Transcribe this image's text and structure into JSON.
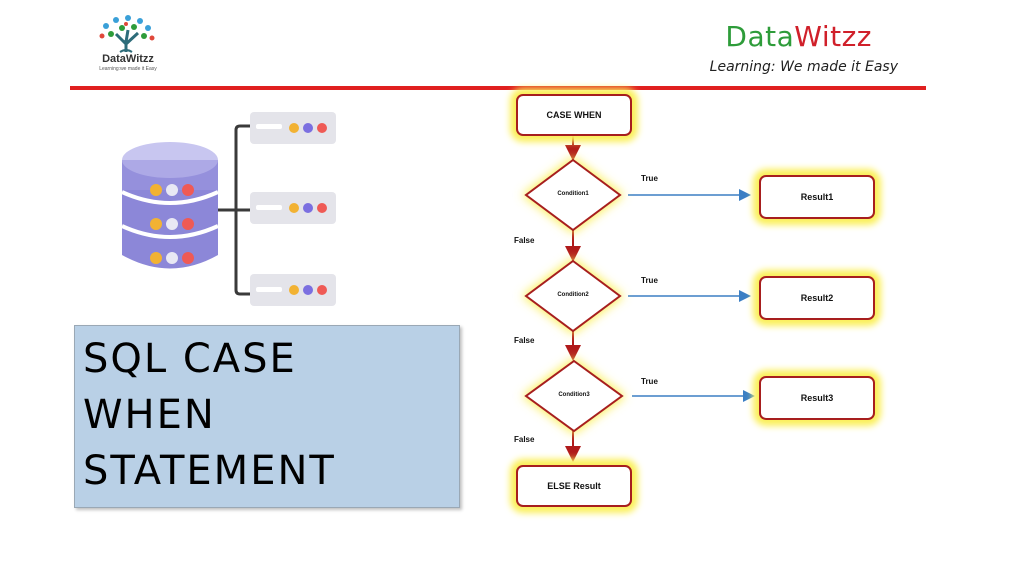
{
  "logo": {
    "name": "DataWitzz",
    "tagline": "Learning:we made it Easy"
  },
  "brand": {
    "part1": "Data",
    "part2": "Witzz",
    "tagline": "Learning: We made it Easy"
  },
  "title": {
    "line1": "SQL CASE",
    "line2": "WHEN",
    "line3": "STATEMENT"
  },
  "flowchart": {
    "start": "CASE WHEN",
    "conditions": [
      "Condition1",
      "Condition2",
      "Condition3"
    ],
    "results": [
      "Result1",
      "Result2",
      "Result3"
    ],
    "true_label": "True",
    "false_label": "False",
    "else": "ELSE Result"
  },
  "colors": {
    "accent_red": "#e02020",
    "brand_green": "#2e9c3a",
    "brand_red": "#d0202a",
    "glow": "#fbf05a",
    "box_border": "#a71e1e",
    "title_bg": "#b9d0e6"
  }
}
